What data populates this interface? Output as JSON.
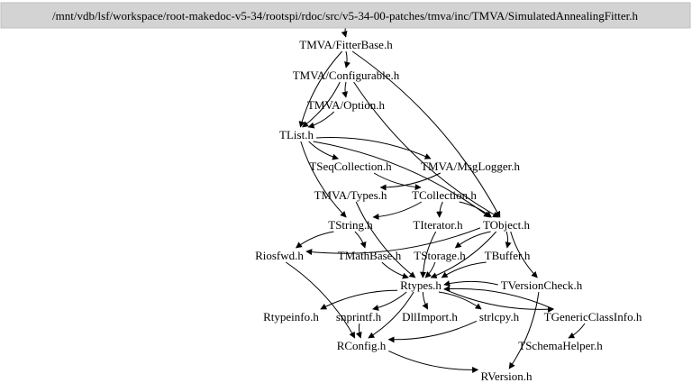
{
  "diagram": {
    "root": {
      "id": "root",
      "label": "/mnt/vdb/lsf/workspace/root-makedoc-v5-34/rootspi/rdoc/src/v5-34-00-patches/tmva/inc/TMVA/SimulatedAnnealingFitter.h"
    },
    "nodes": [
      {
        "id": "fitterbase",
        "label": "TMVA/FitterBase.h"
      },
      {
        "id": "configurable",
        "label": "TMVA/Configurable.h"
      },
      {
        "id": "option",
        "label": "TMVA/Option.h"
      },
      {
        "id": "tlist",
        "label": "TList.h"
      },
      {
        "id": "tseqcollection",
        "label": "TSeqCollection.h"
      },
      {
        "id": "msglogger",
        "label": "TMVA/MsgLogger.h"
      },
      {
        "id": "types",
        "label": "TMVA/Types.h"
      },
      {
        "id": "tcollection",
        "label": "TCollection.h"
      },
      {
        "id": "tstring",
        "label": "TString.h"
      },
      {
        "id": "titerator",
        "label": "TIterator.h"
      },
      {
        "id": "tobject",
        "label": "TObject.h"
      },
      {
        "id": "riosfwd",
        "label": "Riosfwd.h"
      },
      {
        "id": "tmathbase",
        "label": "TMathBase.h"
      },
      {
        "id": "tstorage",
        "label": "TStorage.h"
      },
      {
        "id": "tbuffer",
        "label": "TBuffer.h"
      },
      {
        "id": "rtypes",
        "label": "Rtypes.h"
      },
      {
        "id": "tversioncheck",
        "label": "TVersionCheck.h"
      },
      {
        "id": "rtypeinfo",
        "label": "Rtypeinfo.h"
      },
      {
        "id": "snprintf",
        "label": "snprintf.h"
      },
      {
        "id": "dllimport",
        "label": "DllImport.h"
      },
      {
        "id": "strlcpy",
        "label": "strlcpy.h"
      },
      {
        "id": "tgenericclassinfo",
        "label": "TGenericClassInfo.h"
      },
      {
        "id": "rconfig",
        "label": "RConfig.h"
      },
      {
        "id": "tschemahelper",
        "label": "TSchemaHelper.h"
      },
      {
        "id": "rversion",
        "label": "RVersion.h"
      }
    ],
    "edges": [
      [
        "root",
        "fitterbase"
      ],
      [
        "fitterbase",
        "configurable"
      ],
      [
        "fitterbase",
        "tlist"
      ],
      [
        "fitterbase",
        "tobject"
      ],
      [
        "configurable",
        "option"
      ],
      [
        "configurable",
        "tlist"
      ],
      [
        "configurable",
        "tobject"
      ],
      [
        "option",
        "tlist"
      ],
      [
        "tlist",
        "tseqcollection"
      ],
      [
        "tlist",
        "msglogger"
      ],
      [
        "tlist",
        "tstring"
      ],
      [
        "tlist",
        "tobject"
      ],
      [
        "tseqcollection",
        "tcollection"
      ],
      [
        "msglogger",
        "types"
      ],
      [
        "types",
        "rtypes"
      ],
      [
        "tcollection",
        "tstring"
      ],
      [
        "tcollection",
        "titerator"
      ],
      [
        "tcollection",
        "tobject"
      ],
      [
        "tstring",
        "riosfwd"
      ],
      [
        "tstring",
        "tmathbase"
      ],
      [
        "titerator",
        "rtypes"
      ],
      [
        "tobject",
        "riosfwd"
      ],
      [
        "tobject",
        "tstorage"
      ],
      [
        "tobject",
        "tbuffer"
      ],
      [
        "tobject",
        "tversioncheck"
      ],
      [
        "tobject",
        "rtypes"
      ],
      [
        "tmathbase",
        "rtypes"
      ],
      [
        "tstorage",
        "rtypes"
      ],
      [
        "tbuffer",
        "rtypes"
      ],
      [
        "riosfwd",
        "rconfig"
      ],
      [
        "rtypes",
        "rtypeinfo"
      ],
      [
        "rtypes",
        "snprintf"
      ],
      [
        "rtypes",
        "dllimport"
      ],
      [
        "rtypes",
        "strlcpy"
      ],
      [
        "rtypes",
        "tgenericclassinfo"
      ],
      [
        "rtypes",
        "rconfig"
      ],
      [
        "tversioncheck",
        "rtypes"
      ],
      [
        "tversioncheck",
        "rversion"
      ],
      [
        "snprintf",
        "rconfig"
      ],
      [
        "strlcpy",
        "rconfig"
      ],
      [
        "tgenericclassinfo",
        "rtypes"
      ],
      [
        "tgenericclassinfo",
        "tschemahelper"
      ],
      [
        "rconfig",
        "rversion"
      ]
    ]
  }
}
